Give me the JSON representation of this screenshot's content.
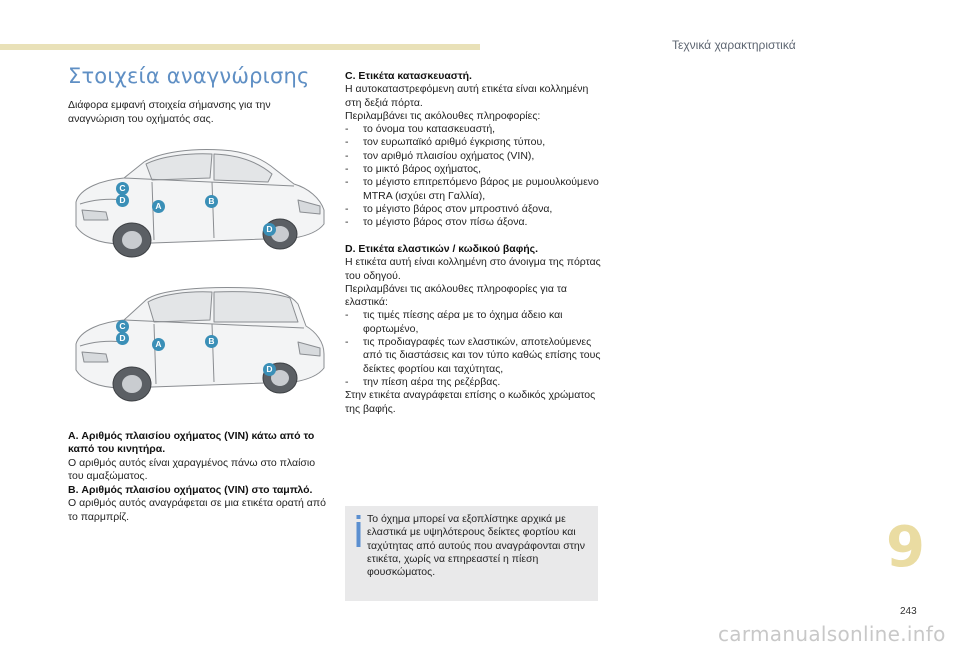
{
  "header": {
    "section_title": "Τεχνικά χαρακτηριστικά",
    "accent_color": "#e9e1b8"
  },
  "page": {
    "heading": "Στοιχεία αναγνώρισης",
    "intro": "Διάφορα εμφανή στοιχεία σήμανσης για την αναγνώριση του οχήματός σας.",
    "chapter_number": "9",
    "page_number": "243",
    "watermark": "carmanualsonline.info"
  },
  "figures": {
    "marker_color": "#3a8fb7",
    "labels": {
      "a": "A",
      "b": "B",
      "c": "C",
      "d": "D"
    }
  },
  "sections": {
    "a": {
      "heading": "A. Αριθμός πλαισίου οχήματος (VIN) κάτω από το καπό του κινητήρα.",
      "body": "Ο αριθμός αυτός είναι χαραγμένος πάνω στο πλαίσιο του αμαξώματος."
    },
    "b": {
      "heading": "B. Αριθμός πλαισίου οχήματος (VIN) στο ταμπλό.",
      "body": "Ο αριθμός αυτός αναγράφεται σε μια ετικέτα ορατή από το παρμπρίζ."
    },
    "c": {
      "heading": "C. Ετικέτα κατασκευαστή.",
      "body": "Η αυτοκαταστρεφόμενη αυτή ετικέτα είναι κολλημένη στη δεξιά πόρτα.",
      "list_intro": "Περιλαμβάνει τις ακόλουθες πληροφορίες:",
      "items": [
        "το όνομα του κατασκευαστή,",
        "τον ευρωπαϊκό αριθμό έγκρισης τύπου,",
        "τον αριθμό πλαισίου οχήματος (VIN),",
        "το μικτό βάρος οχήματος,",
        "το μέγιστο επιτρεπόμενο βάρος με ρυμουλκούμενο MTRA (ισχύει στη Γαλλία),",
        "το μέγιστο βάρος στον μπροστινό άξονα,",
        "το μέγιστο βάρος στον πίσω άξονα."
      ]
    },
    "d": {
      "heading": "D. Ετικέτα ελαστικών / κωδικού βαφής.",
      "body": "Η ετικέτα αυτή είναι κολλημένη στο άνοιγμα της πόρτας του οδηγού.",
      "list_intro": "Περιλαμβάνει τις ακόλουθες πληροφορίες για τα ελαστικά:",
      "items": [
        "τις τιμές πίεσης αέρα με το όχημα άδειο και φορτωμένο,",
        "τις προδιαγραφές των ελαστικών, αποτελούμενες από τις διαστάσεις και τον τύπο καθώς επίσης τους δείκτες φορτίου και ταχύτητας,",
        "την πίεση αέρα της ρεζέρβας."
      ],
      "footer": "Στην ετικέτα αναγράφεται επίσης ο κωδικός χρώματος της βαφής."
    }
  },
  "note": {
    "text": "Το όχημα μπορεί να εξοπλίστηκε αρχικά με ελαστικά με υψηλότερους δείκτες φορτίου και ταχύτητας από αυτούς που αναγράφονται στην ετικέτα, χωρίς να επηρεαστεί η πίεση φουσκώματος.",
    "icon_color": "#5b8fd0",
    "background_color": "#e9e9ea"
  }
}
